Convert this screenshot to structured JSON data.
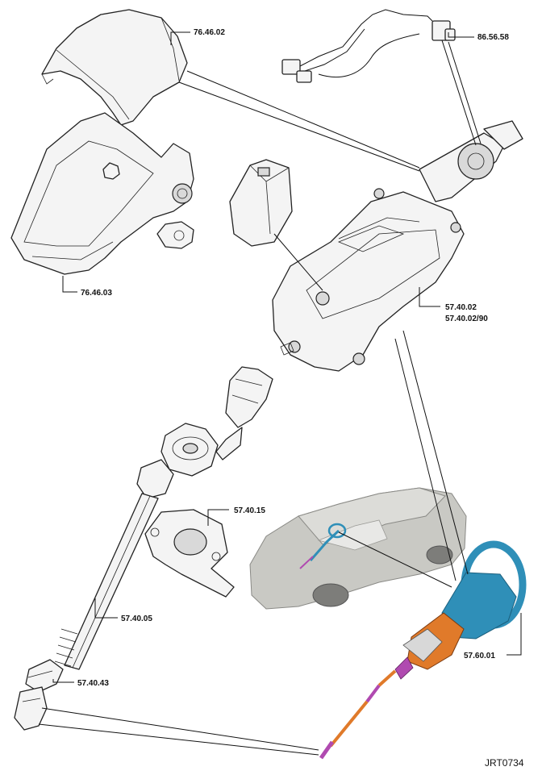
{
  "callouts": [
    {
      "id": "upper-shroud",
      "label": "76.46.02"
    },
    {
      "id": "harness",
      "label": "86.56.58"
    },
    {
      "id": "lower-shroud",
      "label": "76.46.03"
    },
    {
      "id": "column-assembly",
      "label": "57.40.02"
    },
    {
      "id": "column-assembly-alt",
      "label": "57.40.02/90"
    },
    {
      "id": "bracket",
      "label": "57.40.15"
    },
    {
      "id": "lower-shaft",
      "label": "57.40.05"
    },
    {
      "id": "universal-joint",
      "label": "57.40.43"
    },
    {
      "id": "steering-wheel",
      "label": "57.60.01"
    }
  ],
  "figure_code": "JRT0734",
  "colors": {
    "line": "#222222",
    "car": "#c9c9c4",
    "wheel": "#2f8fb8",
    "highlight_orange": "#e07a2a",
    "highlight_purple": "#b04ab0"
  }
}
